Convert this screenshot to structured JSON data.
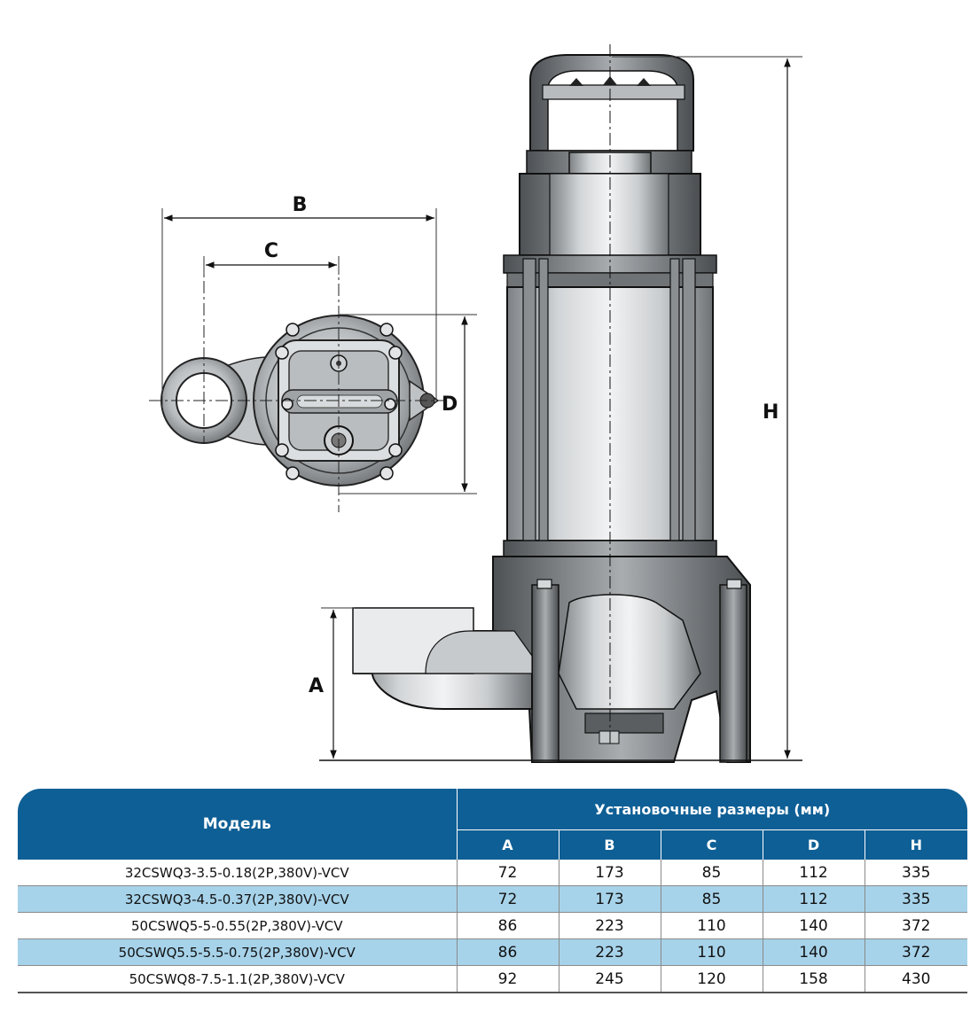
{
  "drawing": {
    "dimension_labels": {
      "a": "A",
      "b": "B",
      "c": "C",
      "d": "D",
      "h": "H"
    }
  },
  "table": {
    "model_header": "Модель",
    "group_header": "Установочные размеры (мм)",
    "columns": [
      "A",
      "B",
      "C",
      "D",
      "H"
    ],
    "rows": [
      {
        "model": "32CSWQ3-3.5-0.18(2P,380V)-VCV",
        "values": [
          "72",
          "173",
          "85",
          "112",
          "335"
        ]
      },
      {
        "model": "32CSWQ3-4.5-0.37(2P,380V)-VCV",
        "values": [
          "72",
          "173",
          "85",
          "112",
          "335"
        ]
      },
      {
        "model": "50CSWQ5-5-0.55(2P,380V)-VCV",
        "values": [
          "86",
          "223",
          "110",
          "140",
          "372"
        ]
      },
      {
        "model": "50CSWQ5.5-5.5-0.75(2P,380V)-VCV",
        "values": [
          "86",
          "223",
          "110",
          "140",
          "372"
        ]
      },
      {
        "model": "50CSWQ8-7.5-1.1(2P,380V)-VCV",
        "values": [
          "92",
          "245",
          "120",
          "158",
          "430"
        ]
      }
    ],
    "header_color": "#0e5f95",
    "alt_row_color": "#a7d3ea"
  }
}
